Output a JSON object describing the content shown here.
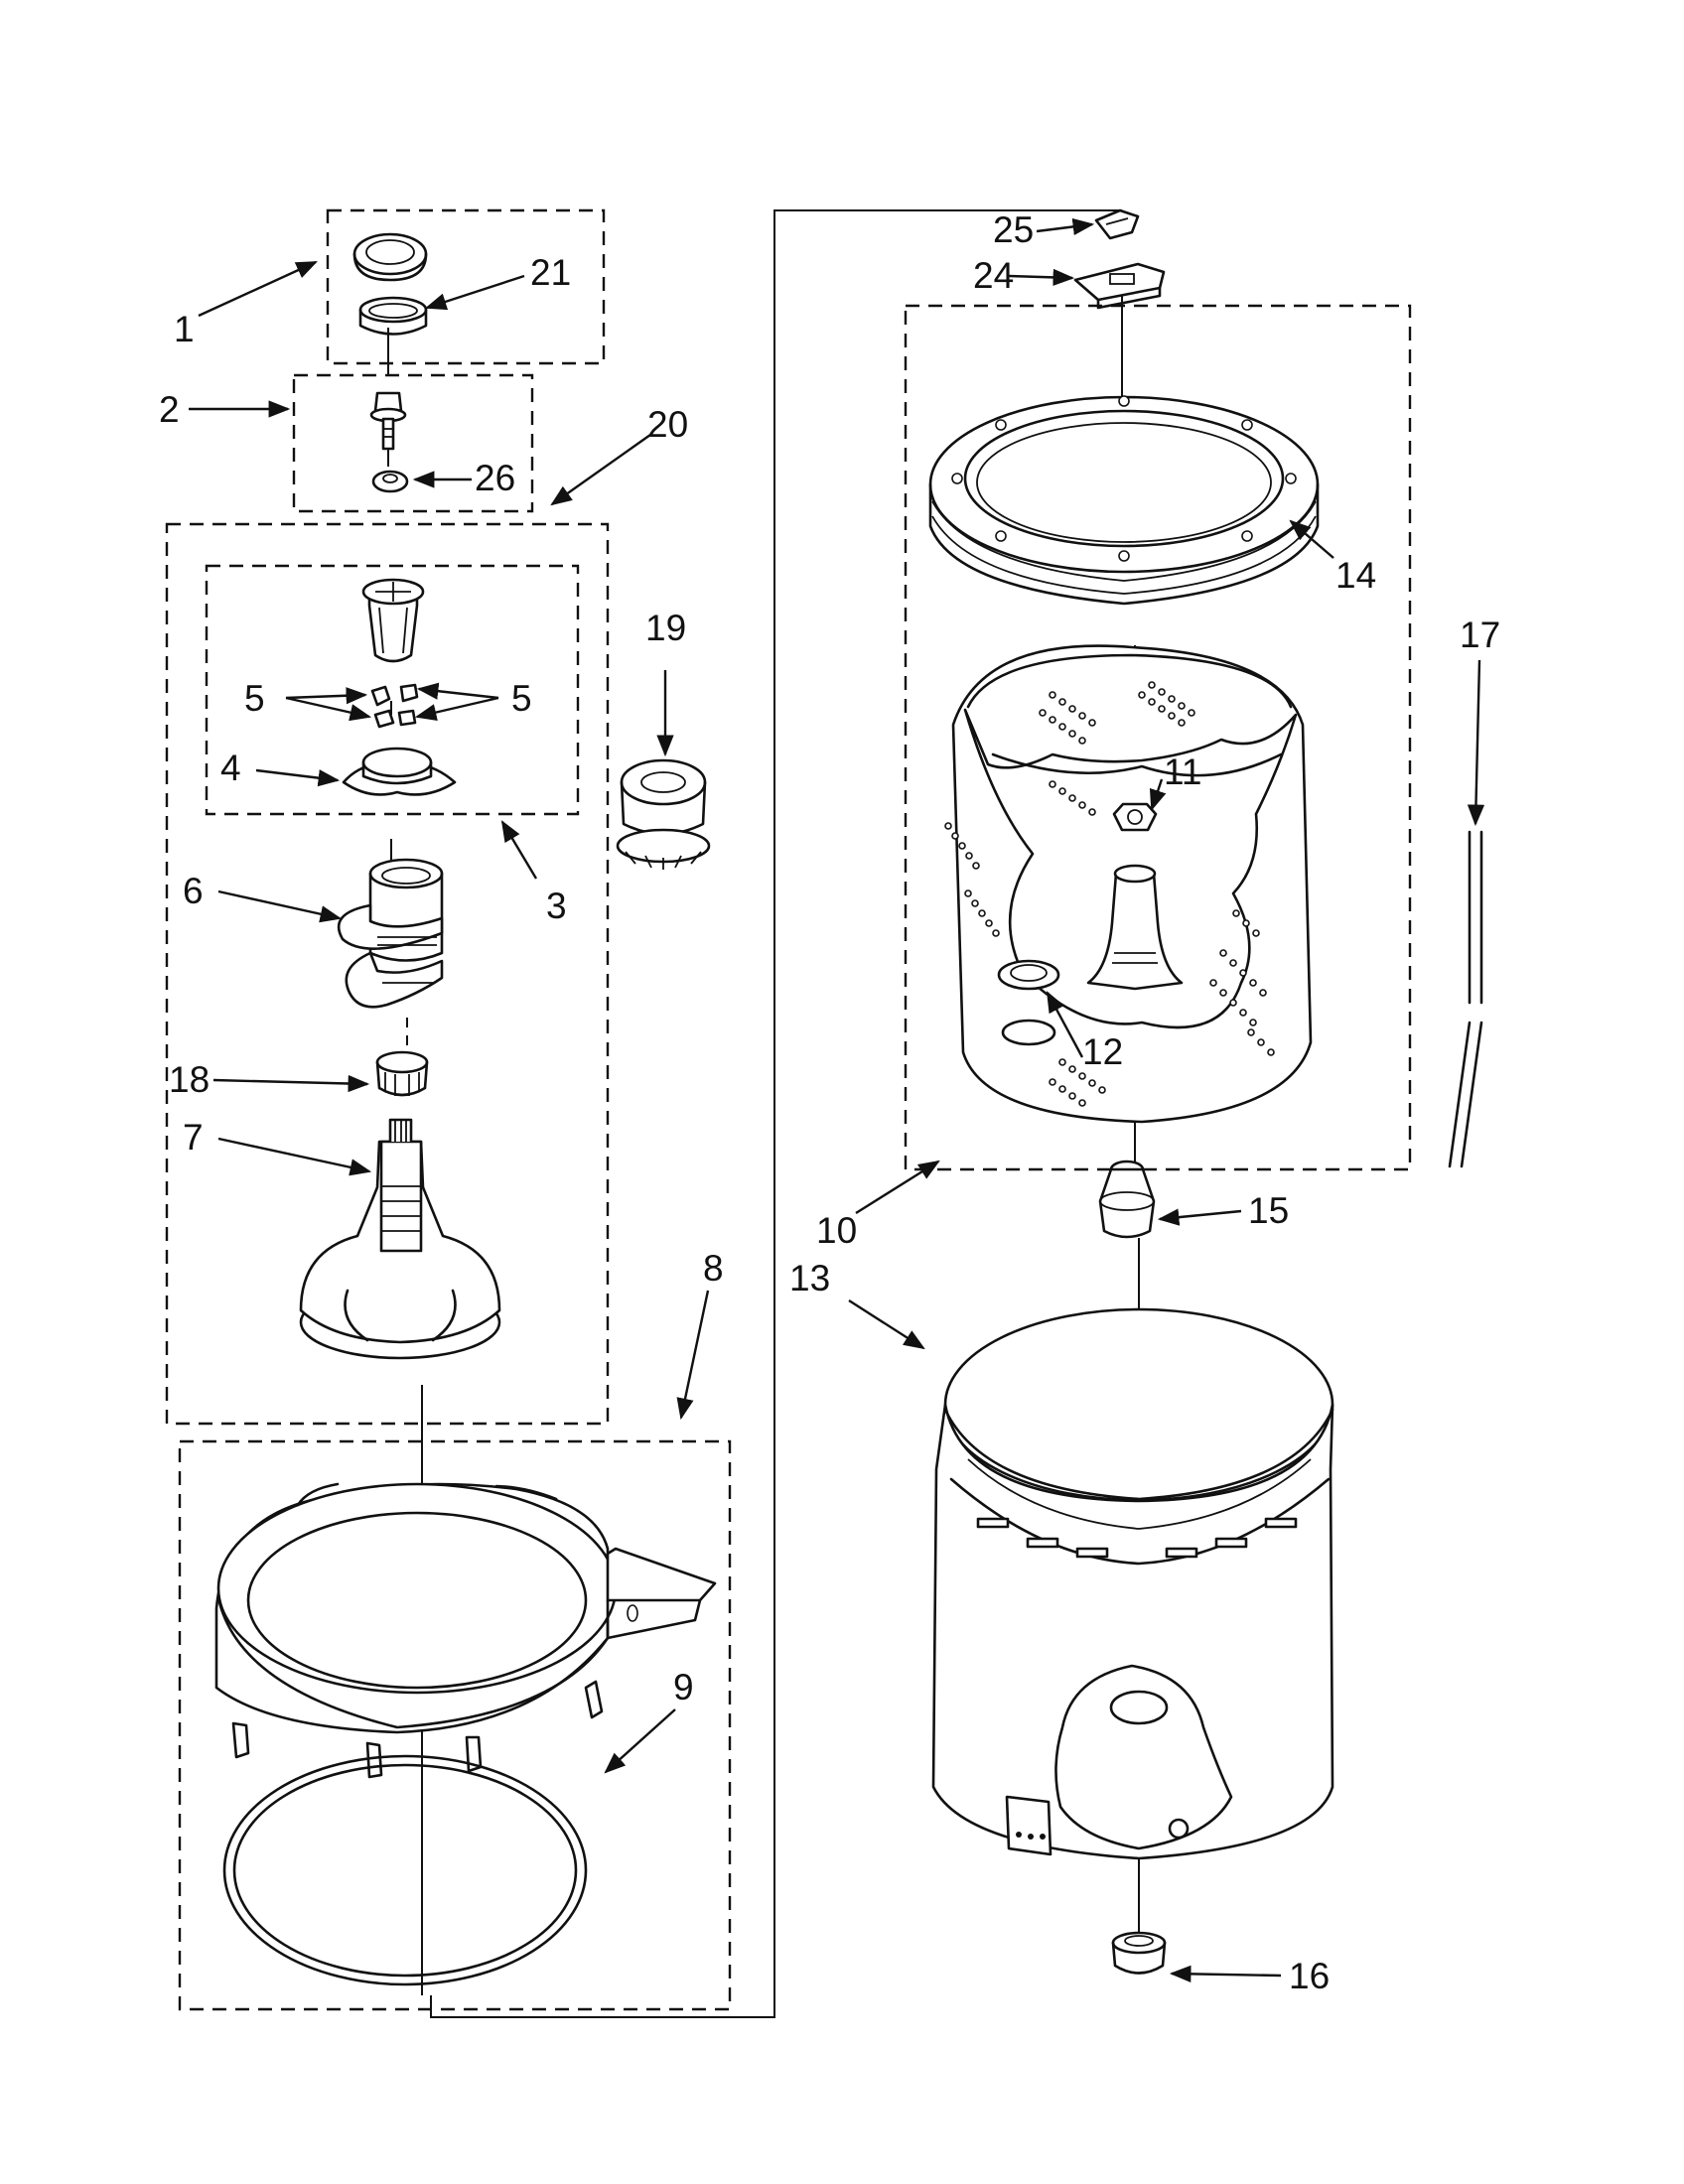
{
  "diagram": {
    "callouts": {
      "c1": "1",
      "c2": "2",
      "c3": "3",
      "c4": "4",
      "c5a": "5",
      "c5b": "5",
      "c6": "6",
      "c7": "7",
      "c8": "8",
      "c9": "9",
      "c10": "10",
      "c11": "11",
      "c12": "12",
      "c13": "13",
      "c14": "14",
      "c15": "15",
      "c16": "16",
      "c17": "17",
      "c18": "18",
      "c19": "19",
      "c20": "20",
      "c21": "21",
      "c24": "24",
      "c25": "25",
      "c26": "26"
    },
    "colors": {
      "ink": "#111111",
      "paper": "#ffffff"
    }
  }
}
